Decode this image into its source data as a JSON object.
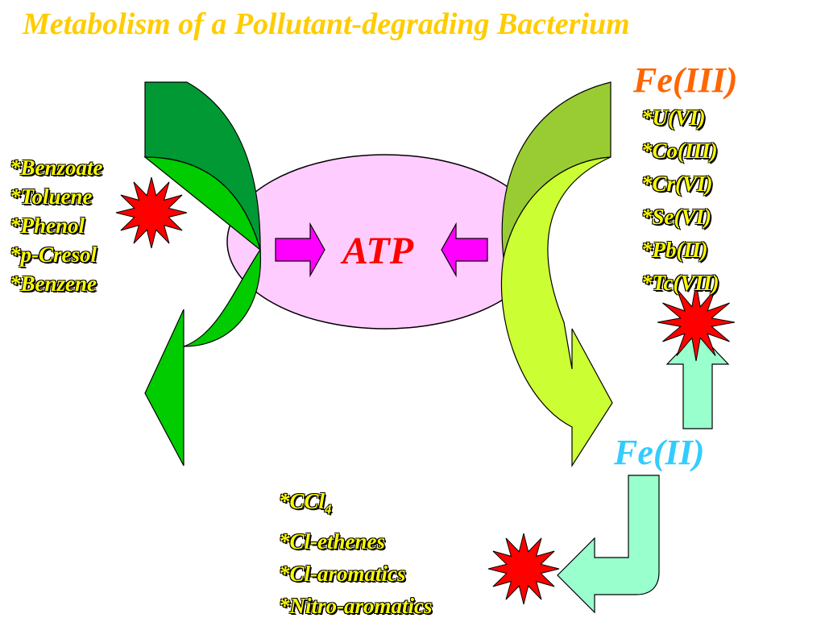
{
  "title": "Metabolism of a Pollutant-degrading Bacterium",
  "center_label": "ATP",
  "fe3": {
    "prefix": "Fe",
    "suffix": "(III)"
  },
  "fe2": {
    "prefix": "Fe",
    "suffix": "(II)"
  },
  "left_list": [
    "*Benzoate",
    "*Toluene",
    "*Phenol",
    "*p-Cresol",
    "*Benzene"
  ],
  "right_list": [
    "*U(VI)",
    "*Co(III)",
    "*Cr(VI)",
    "*Se(VI)",
    "*Pb(II)",
    "*Tc(VII)"
  ],
  "bottom_list": {
    "ccl": "*CCl",
    "ccl_sub": "4",
    "items": [
      "*Cl-ethenes",
      "*Cl-aromatics",
      "*Nitro-aromatics"
    ]
  },
  "colors": {
    "title": "#ffcc00",
    "list_text": "#ffff00",
    "atp": "#ff0000",
    "fe3": "#ff6600",
    "fe2": "#33ccff",
    "cell": "#ffccff",
    "magenta_arrow": "#ff00ff",
    "left_arrow_dark": "#009933",
    "left_arrow_light": "#00cc00",
    "right_arrow_dark": "#99cc33",
    "right_arrow_light": "#ccff33",
    "aqua_arrow": "#99ffcc",
    "starburst": "#ff0000"
  },
  "icons": [
    "red-starburst-icon",
    "magenta-block-arrow-icon",
    "curved-block-arrow-icon",
    "up-block-arrow-icon",
    "bent-block-arrow-icon"
  ]
}
